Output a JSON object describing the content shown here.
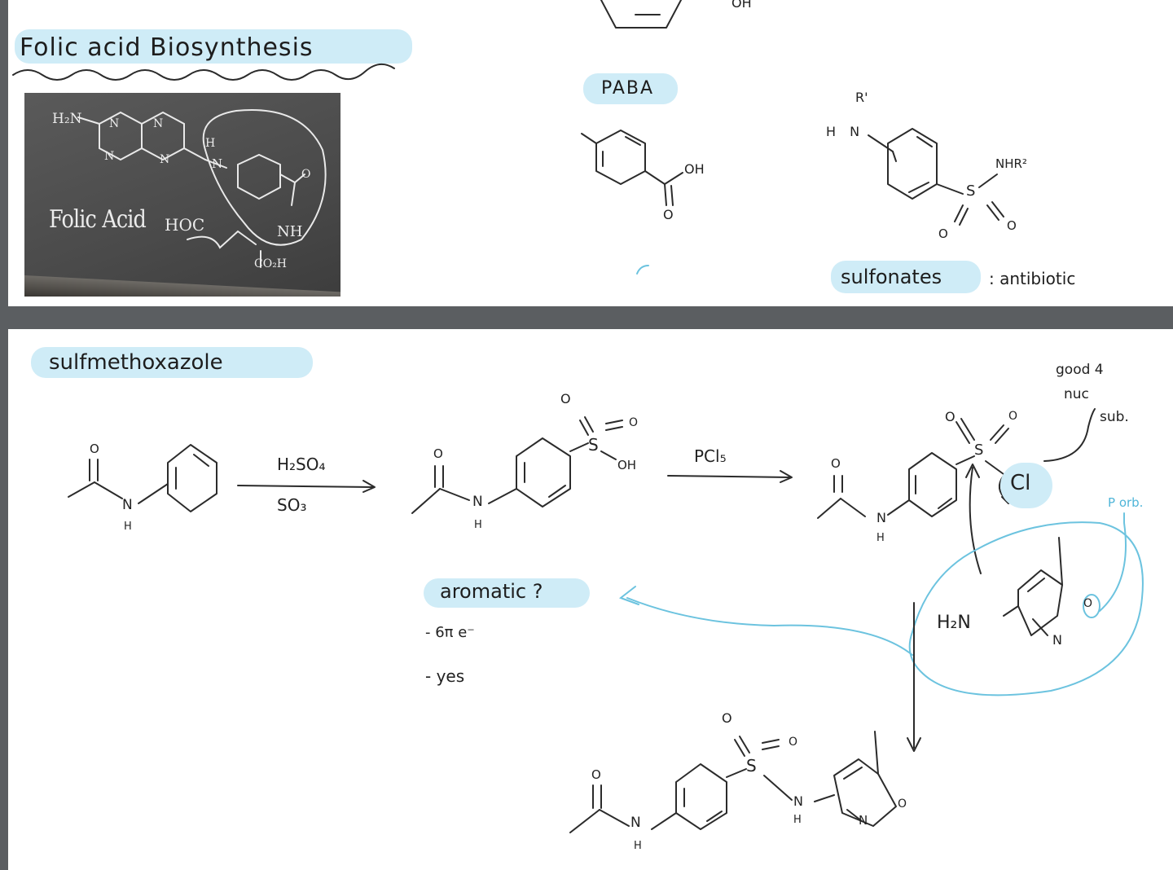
{
  "top": {
    "title": "Folic acid Biosynthesis",
    "paba_label": "PABA",
    "sulfonamide_label": "sulfonates",
    "sulfonamide_note": ": antibiotic",
    "photo": {
      "chalk_title": "Folic Acid",
      "h2n": "H₂N",
      "nh": "NH",
      "n_atoms": "N",
      "h_atom": "H",
      "hoc": "HOC",
      "co2h": "CO₂H",
      "o_atom": "O"
    },
    "paba_atoms": {
      "oh": "OH",
      "o": "O"
    },
    "sulfa_atoms": {
      "r1": "R'",
      "hn": "H N",
      "nhr2": "NHR²",
      "s": "S",
      "o": "O"
    },
    "partial_oh": "OH"
  },
  "bottom": {
    "title": "sulfmethoxazole",
    "reaction1": {
      "reagent_top": "H₂SO₄",
      "reagent_bottom": "SO₃"
    },
    "reaction2": {
      "reagent": "PCl₅"
    },
    "leaving_group": "Cl",
    "note_good_nuc": [
      "good 4",
      "nuc",
      "sub."
    ],
    "aromatic_label": "aromatic ?",
    "aromatic_points": [
      "- 6π e⁻",
      "- yes"
    ],
    "p_orb": "P orb.",
    "amine_label": "H₂N",
    "atoms": {
      "o": "O",
      "n": "N",
      "h": "H",
      "s": "S",
      "oh": "OH"
    }
  },
  "colors": {
    "highlight": "#cfecf7",
    "blue_ink": "#6cc3df",
    "ink": "#2b2b2b",
    "divider": "#5b5e61"
  }
}
